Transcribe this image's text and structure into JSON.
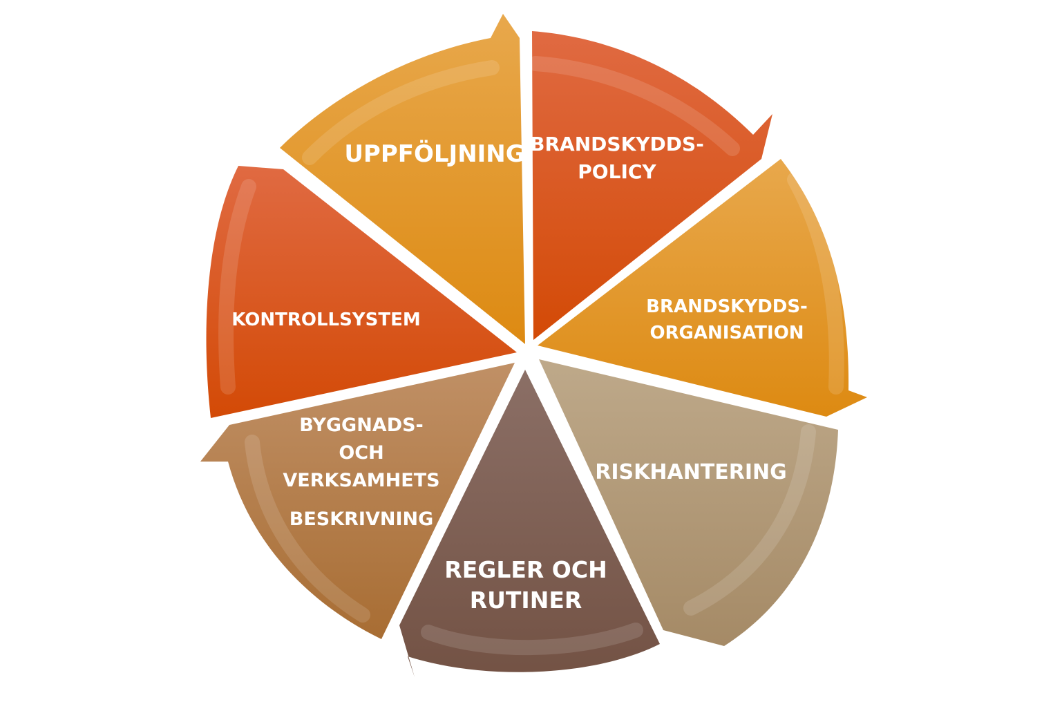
{
  "segments": [
    {
      "id": "uppfoljning",
      "lines": [
        "UPPFÖLJNING"
      ],
      "color_top": "#e8a84c",
      "color_bottom": "#dd8a12"
    },
    {
      "id": "brandskyddspolicy",
      "lines": [
        "BRANDSKYDDS-",
        "POLICY"
      ],
      "color_top": "#e06a42",
      "color_bottom": "#d34a06"
    },
    {
      "id": "brandskyddsorganisation",
      "lines": [
        "BRANDSKYDDS-",
        "ORGANISATION"
      ],
      "color_top": "#e8a84c",
      "color_bottom": "#dd8a12"
    },
    {
      "id": "riskhantering",
      "lines": [
        "RISKHANTERING"
      ],
      "color_top": "#bea98a",
      "color_bottom": "#a58a66"
    },
    {
      "id": "regler-och-rutiner",
      "lines": [
        "REGLER OCH",
        "RUTINER"
      ],
      "color_top": "#8b6f66",
      "color_bottom": "#735244"
    },
    {
      "id": "byggnads-och-verksamhetsbeskrivning",
      "lines": [
        "BYGGNADS-",
        "OCH",
        "VERKSAMHETS",
        "BESKRIVNING"
      ],
      "color_top": "#c09066",
      "color_bottom": "#a86d33"
    },
    {
      "id": "kontrollsystem",
      "lines": [
        "KONTROLLSYSTEM"
      ],
      "color_top": "#e06a42",
      "color_bottom": "#d34a06"
    }
  ]
}
